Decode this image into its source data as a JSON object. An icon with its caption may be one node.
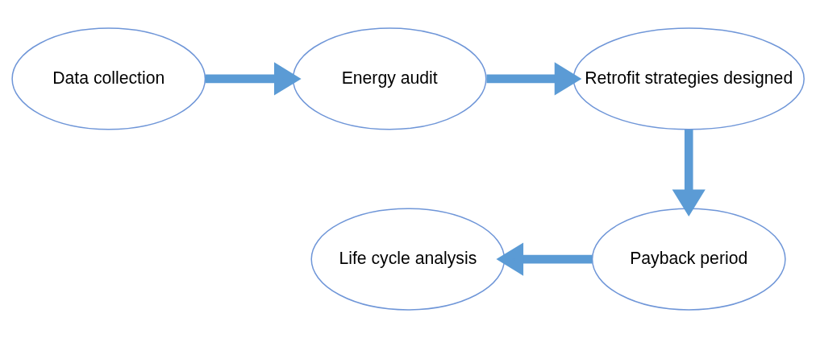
{
  "diagram": {
    "nodes": [
      {
        "text": [
          "Data collection"
        ]
      },
      {
        "text": [
          "Energy audit"
        ]
      },
      {
        "text": [
          "Retrofit strategies designed"
        ]
      },
      {
        "text": [
          "Payback period"
        ]
      },
      {
        "text": [
          "Life cycle analysis"
        ]
      }
    ],
    "edges": [
      {
        "from": 0,
        "to": 1,
        "arrow": "to"
      },
      {
        "from": 1,
        "to": 2,
        "arrow": "to"
      },
      {
        "from": 2,
        "to": 3,
        "arrow": "to"
      },
      {
        "from": 3,
        "to": 4,
        "arrow": "to"
      }
    ]
  }
}
